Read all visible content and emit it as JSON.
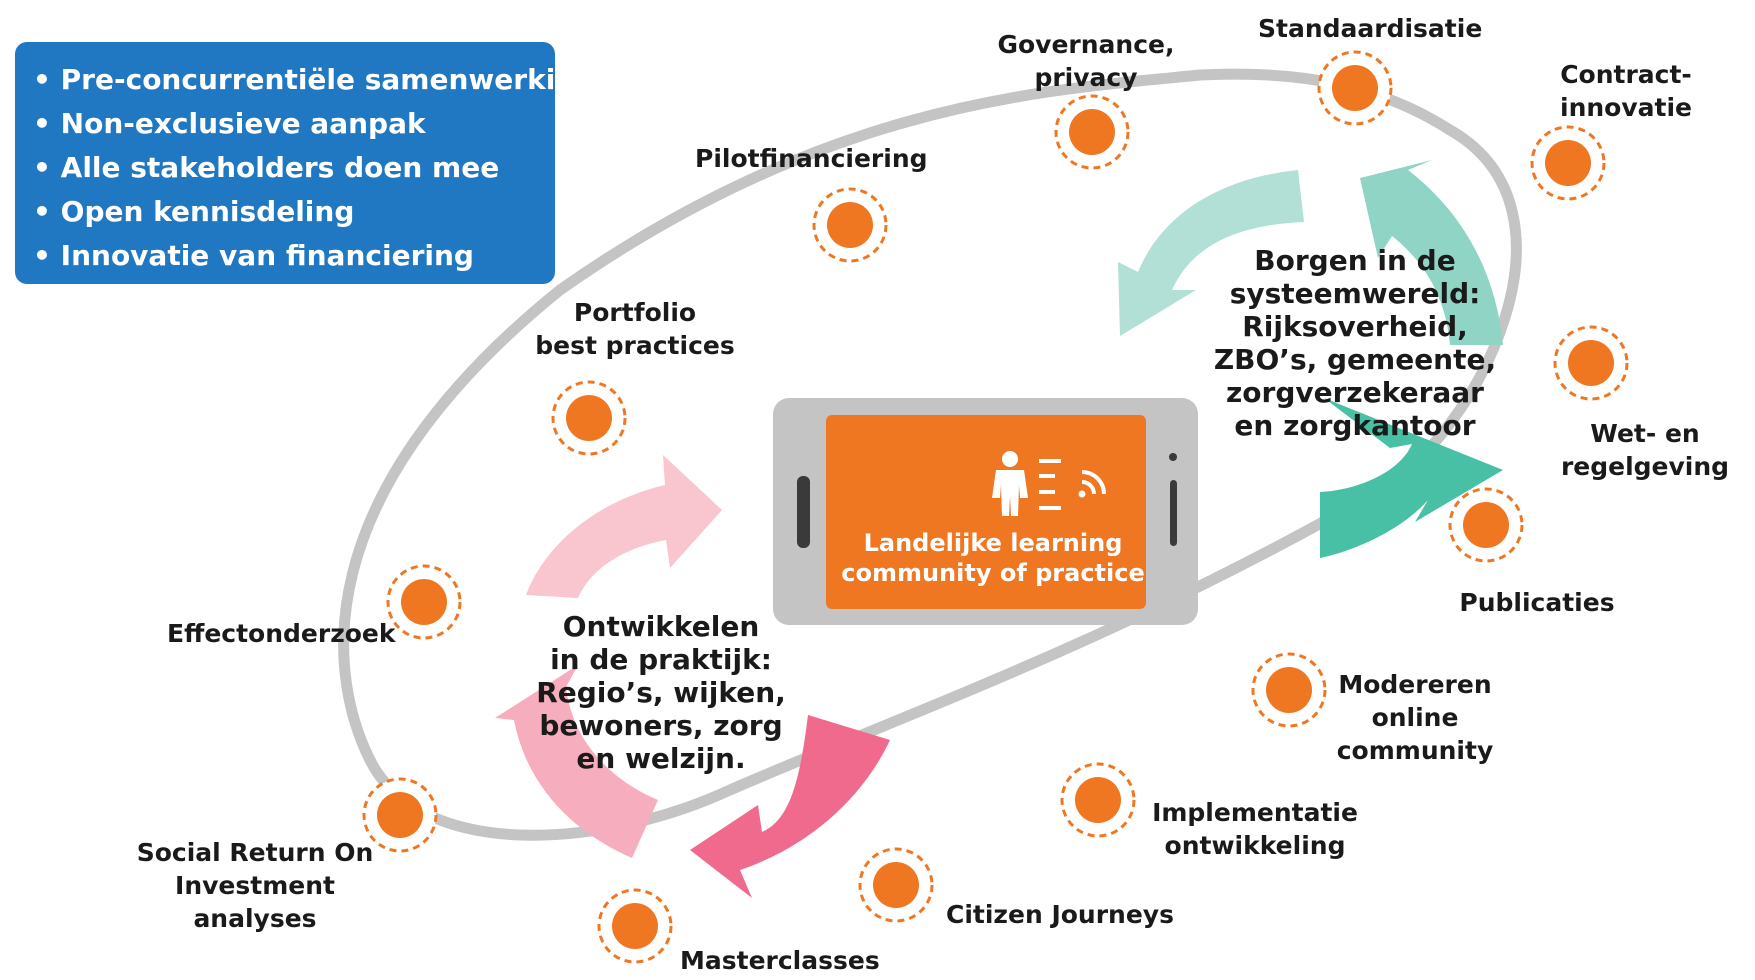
{
  "colors": {
    "box": "#1f78c1",
    "ring": "#c4c4c4",
    "node": "#f07722",
    "phone_frame": "#c4c4c4",
    "phone_screen": "#f07722",
    "teal_light": "#b2e0d7",
    "teal_mid": "#8fd4c5",
    "teal_dark": "#48c0a6",
    "pink_light": "#f9c5cf",
    "pink_mid": "#f6adbd",
    "pink_dark": "#ef6a8c"
  },
  "principles": [
    "Pre-concurrentiële samenwerking",
    "Non-exclusieve aanpak",
    "Alle stakeholders doen mee",
    "Open kennisdeling",
    "Innovatie van financiering"
  ],
  "center": {
    "title": "Landelijke learning\ncommunity of practice",
    "icons": [
      "person-icon",
      "list-icon",
      "wifi-icon"
    ]
  },
  "cycles": {
    "system": "Borgen in de\nsysteemwereld:\nRijksoverheid,\nZBO’s, gemeente,\nzorgverzekeraar\nen zorgkantoor",
    "practice": "Ontwikkelen\nin de praktijk:\nRegio’s, wijken,\nbewoners, zorg\nen welzijn."
  },
  "nodes": [
    {
      "id": "standaardisatie",
      "label": "Standaardisatie"
    },
    {
      "id": "contract-innovatie",
      "label": "Contract-\ninnovatie"
    },
    {
      "id": "wet-en-regelgeving",
      "label": "Wet- en\nregelgeving"
    },
    {
      "id": "publicaties",
      "label": "Publicaties"
    },
    {
      "id": "modereren-online-community",
      "label": "Modereren\nonline\ncommunity"
    },
    {
      "id": "implementatie-ontwikkeling",
      "label": "Implementatie\nontwikkeling"
    },
    {
      "id": "citizen-journeys",
      "label": "Citizen Journeys"
    },
    {
      "id": "masterclasses",
      "label": "Masterclasses"
    },
    {
      "id": "sroi-analyses",
      "label": "Social Return On\nInvestment analyses"
    },
    {
      "id": "effectonderzoek",
      "label": "Effectonderzoek"
    },
    {
      "id": "portfolio-best-practices",
      "label": "Portfolio\nbest practices"
    },
    {
      "id": "pilotfinanciering",
      "label": "Pilotfinanciering"
    },
    {
      "id": "governance-privacy",
      "label": "Governance,\nprivacy"
    }
  ]
}
